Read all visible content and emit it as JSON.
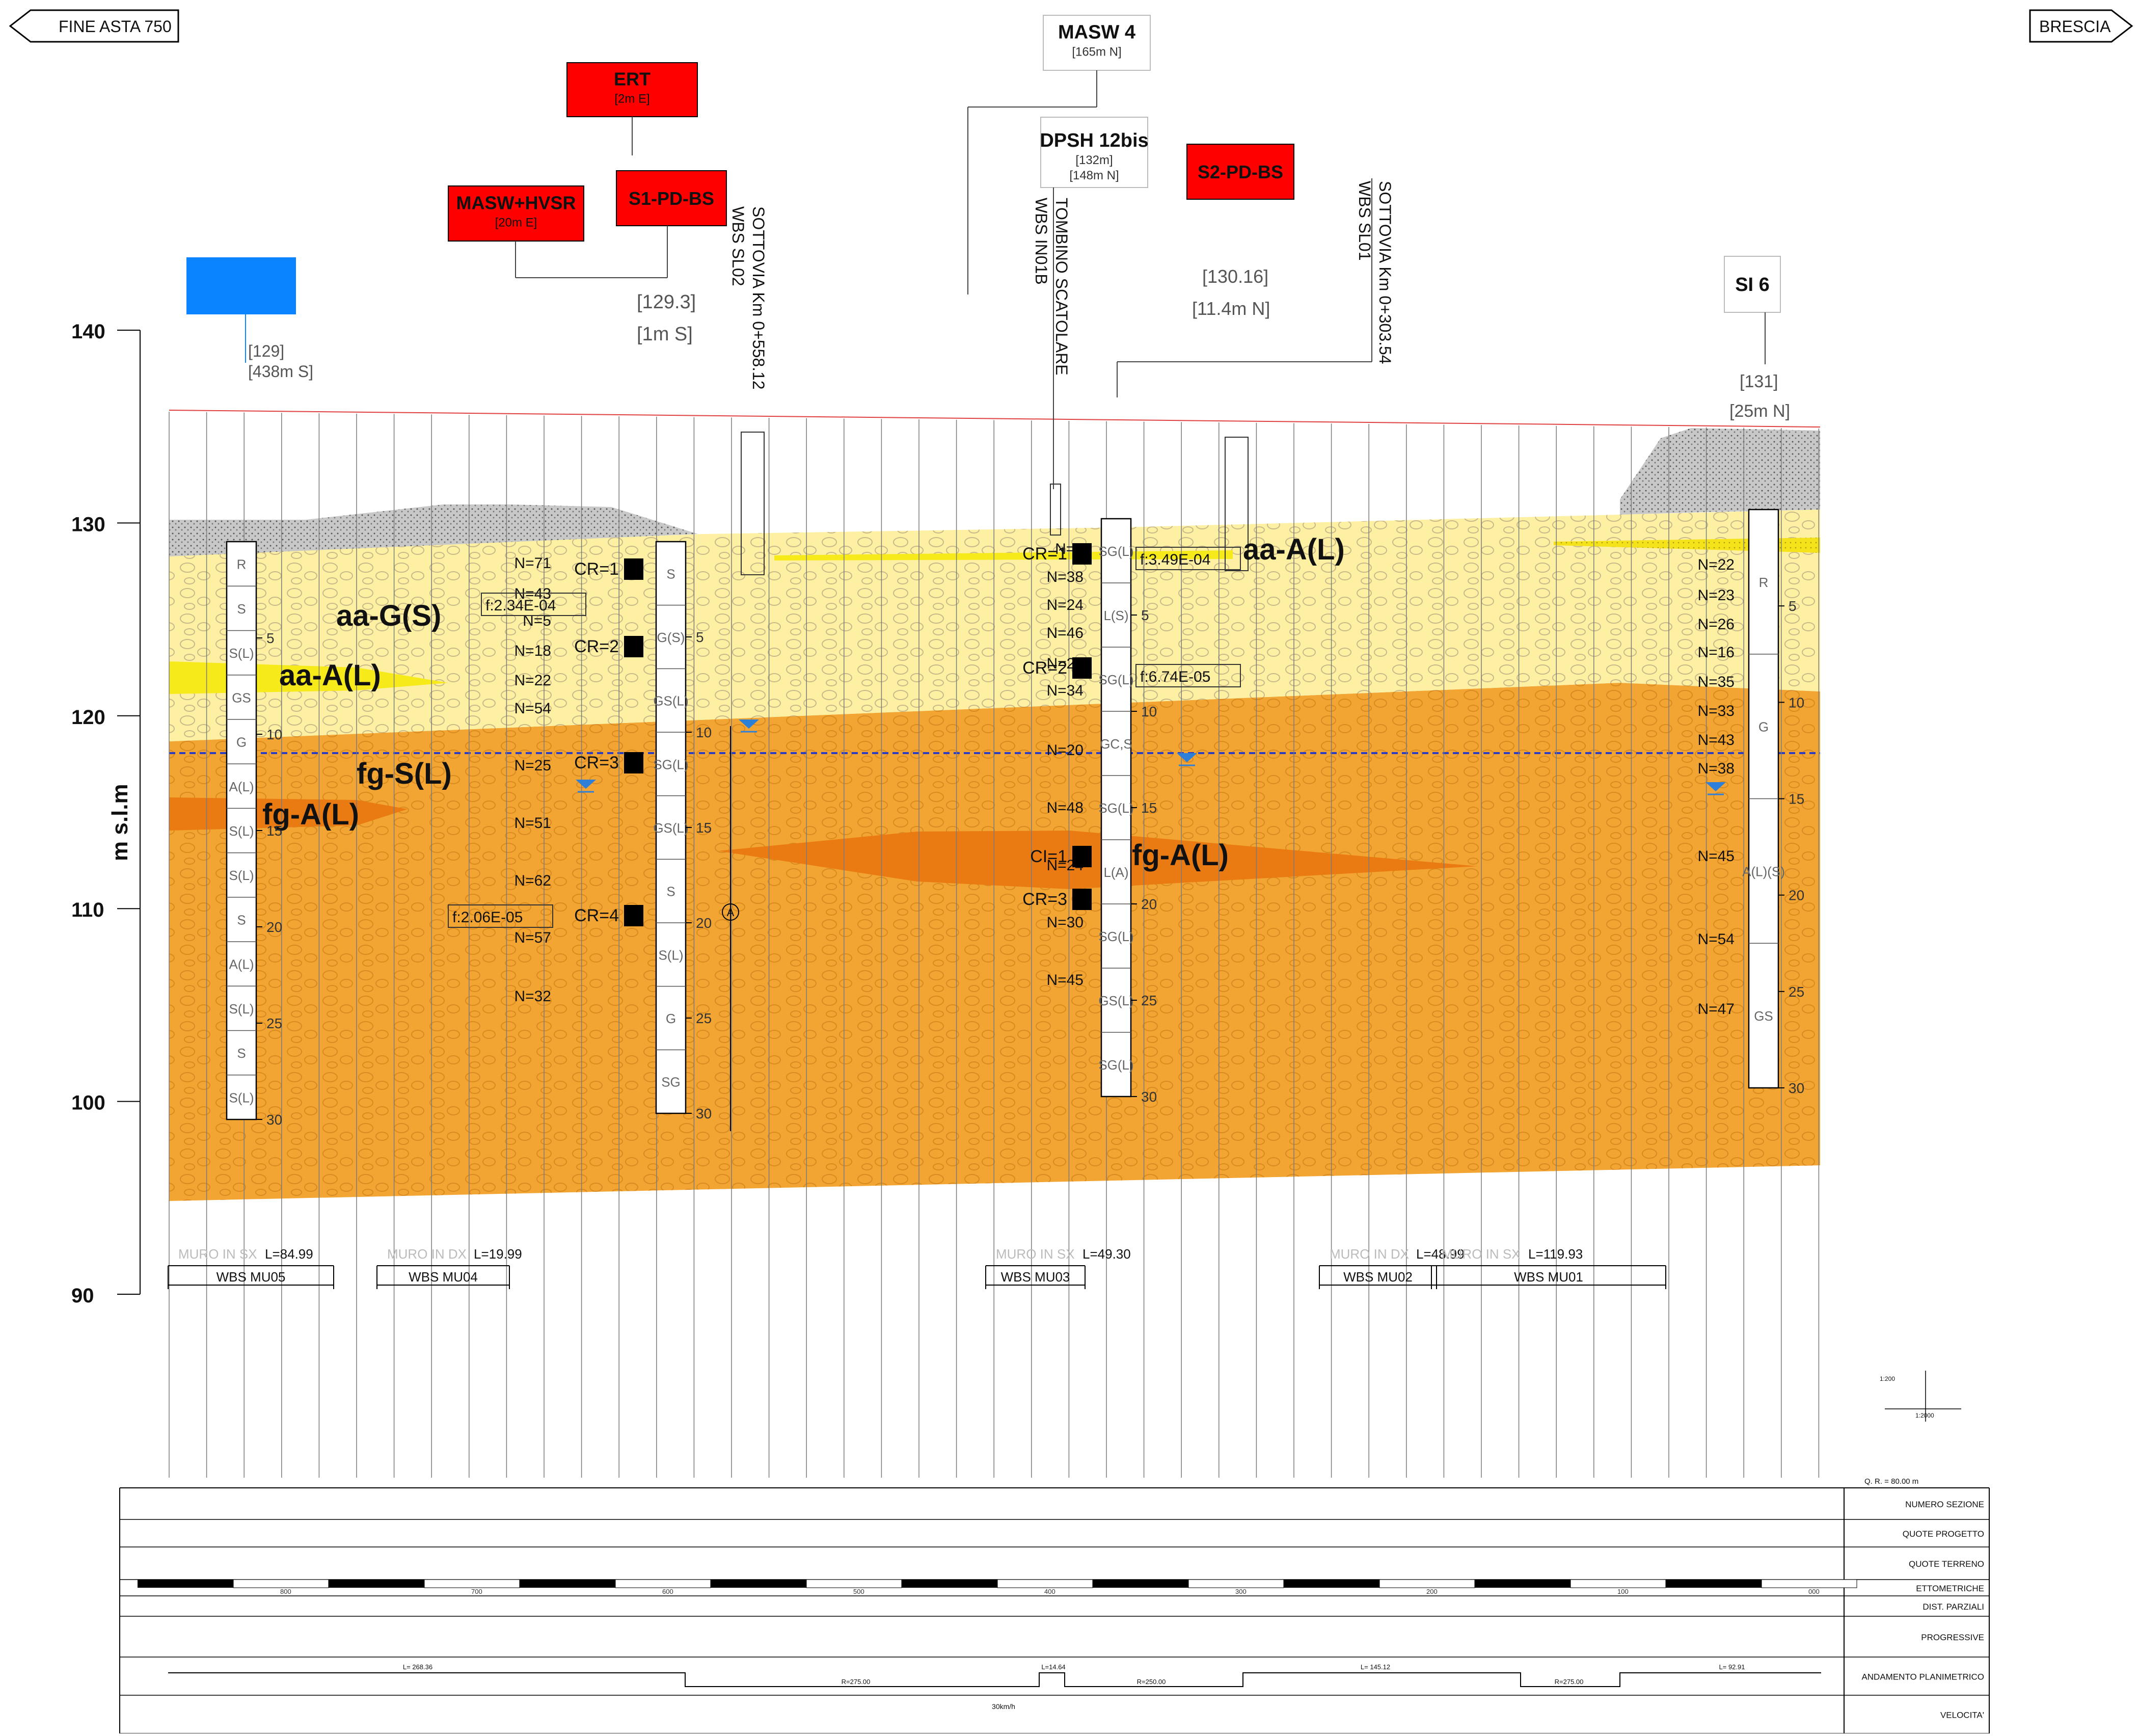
{
  "nav": {
    "left_arrow": "FINE ASTA 750",
    "right_arrow": "BRESCIA"
  },
  "axis": {
    "label": "m s.l.m",
    "ticks": [
      140,
      130,
      120,
      110,
      100,
      90
    ]
  },
  "investigations": {
    "masw4": {
      "title": "MASW 4",
      "sub": "[165m N]"
    },
    "ert": {
      "title": "ERT",
      "sub": "[2m E]"
    },
    "masw_hvsr": {
      "title": "MASW+HVSR",
      "sub": "[20m E]"
    },
    "s1": {
      "title": "S1-PD-BS",
      "elev": "[129.3]",
      "offset": "[1m S]"
    },
    "dpsh": {
      "title": "DPSH 12bis",
      "sub1": "[132m]",
      "sub2": "[148m N]"
    },
    "s2": {
      "title": "S2-PD-BS",
      "elev": "[130.16]",
      "offset": "[11.4m N]"
    },
    "blue": {
      "elev": "[129]",
      "offset": "[438m S]"
    },
    "si6": {
      "title": "SI 6",
      "elev": "[131]",
      "offset": "[25m N]"
    }
  },
  "structures": {
    "sottovia1": {
      "line1": "SOTTOVIA Km 0+558.12",
      "line2": "WBS SL02"
    },
    "tombino": {
      "line1": "TOMBINO SCATOLARE",
      "line2": "WBS IN01B"
    },
    "sottovia2": {
      "line1": "SOTTOVIA Km 0+303.54",
      "line2": "WBS SL01"
    }
  },
  "units": {
    "aaG": "aa-G(S)",
    "aaA1": "aa-A(L)",
    "aaA2": "aa-A(L)",
    "fgS": "fg-S(L)",
    "fgA1": "fg-A(L)",
    "fgA2": "fg-A(L)"
  },
  "borehole_left": {
    "codes": [
      "R",
      "S",
      "S(L)",
      "GS",
      "G",
      "A(L)",
      "S(L)",
      "S(L)",
      "S",
      "A(L)",
      "S(L)",
      "S",
      "S(L)"
    ],
    "depths": [
      "5",
      "10",
      "15",
      "20",
      "25",
      "30"
    ]
  },
  "borehole_s1": {
    "codes": [
      "S",
      "G(S)",
      "GS(L)",
      "SG(L)",
      "GS(L)",
      "S",
      "S(L)",
      "G",
      "SG"
    ],
    "depths": [
      "5",
      "10",
      "15",
      "20",
      "25",
      "30"
    ],
    "spt": [
      "N=71",
      "N=43",
      "N=5",
      "N=18",
      "N=22",
      "N=54",
      "N=25",
      "N=51",
      "N=62",
      "N=57",
      "N=32"
    ],
    "cr": [
      "CR=1",
      "CR=2",
      "CR=3",
      "CR=4"
    ],
    "perm": [
      "f:2.34E-04",
      "f:2.06E-05"
    ],
    "piezo_label": "A"
  },
  "borehole_s2": {
    "codes": [
      "SG(L)",
      "L(S)",
      "SG(L)",
      "GC,S",
      "SG(L)",
      "L(A)",
      "SG(L)",
      "GS(L)",
      "SG(L)"
    ],
    "depths": [
      "5",
      "10",
      "15",
      "20",
      "25",
      "30"
    ],
    "spt": [
      "N=8",
      "N=38",
      "N=24",
      "N=46",
      "N=23",
      "N=34",
      "N=20",
      "N=48",
      "N=24",
      "N=30",
      "N=45"
    ],
    "cr": [
      "CR=1",
      "CR=2",
      "CI=1",
      "CR=3"
    ],
    "perm": [
      "f:3.49E-04",
      "f:6.74E-05"
    ]
  },
  "borehole_si6": {
    "codes": [
      "R",
      "G",
      "A(L)(S)",
      "GS"
    ],
    "depths": [
      "5",
      "10",
      "15",
      "20",
      "25",
      "30"
    ],
    "spt": [
      "N=22",
      "N=23",
      "N=26",
      "N=16",
      "N=35",
      "N=33",
      "N=43",
      "N=38",
      "N=45",
      "N=54",
      "N=47"
    ]
  },
  "walls": [
    {
      "label": "MURO IN SX",
      "length": "L=84.99",
      "wbs": "WBS MU05"
    },
    {
      "label": "MURO IN DX",
      "length": "L=19.99",
      "wbs": "WBS MU04"
    },
    {
      "label": "MURO IN SX",
      "length": "L=49.30",
      "wbs": "WBS MU03"
    },
    {
      "label": "MURO IN DX",
      "length": "L=48.99",
      "wbs": "WBS MU02"
    },
    {
      "label": "MURO IN SX",
      "length": "L=119.93",
      "wbs": "WBS MU01"
    }
  ],
  "scale": {
    "v": "1:200",
    "h": "1:2000"
  },
  "guitar": {
    "qr": "Q. R. = 80.00 m",
    "rows": [
      "NUMERO SEZIONE",
      "QUOTE PROGETTO",
      "QUOTE TERRENO",
      "ETTOMETRICHE",
      "DIST. PARZIALI",
      "PROGRESSIVE",
      "ANDAMENTO PLANIMETRICO",
      "VELOCITA'"
    ],
    "etto_labels": [
      "800",
      "700",
      "600",
      "500",
      "400",
      "300",
      "200",
      "100",
      "000"
    ],
    "planimetric": [
      "L= 268.36",
      "R=275.00",
      "L=14.64",
      "R=250.00",
      "L= 145.12",
      "R=275.00",
      "L= 92.91"
    ],
    "speed": "30km/h"
  }
}
